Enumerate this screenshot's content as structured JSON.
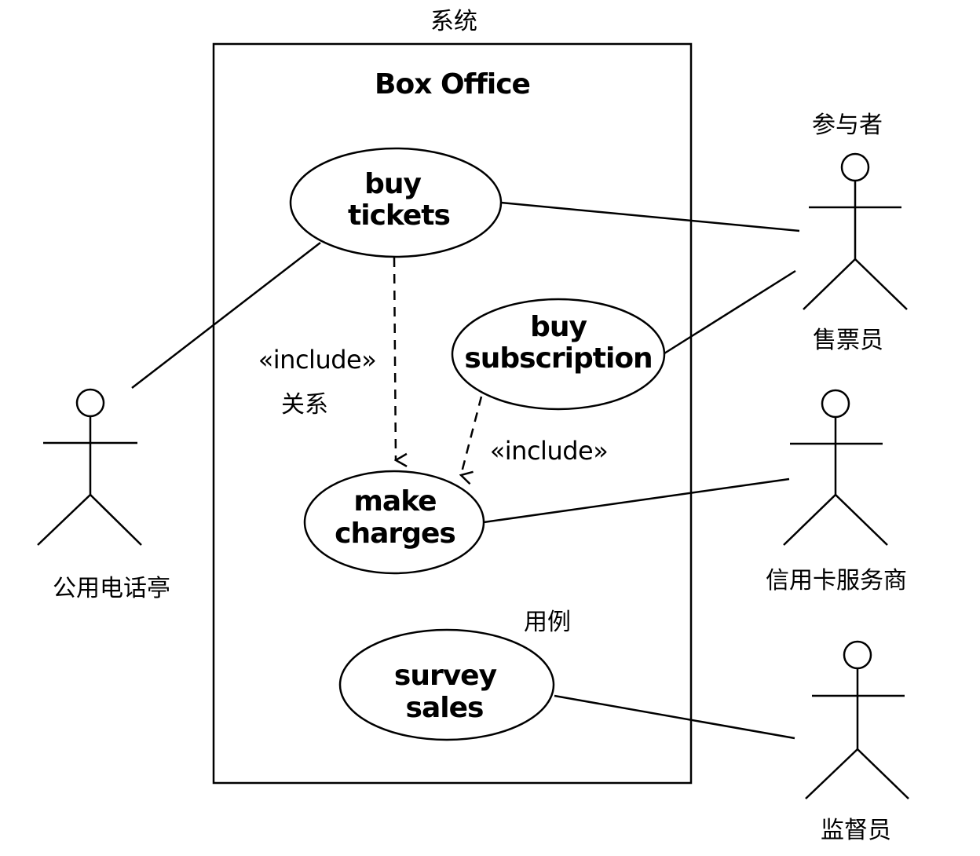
{
  "annotations": {
    "system": "系统",
    "actor": "参与者",
    "relationship": "关系",
    "use_case": "用例"
  },
  "system": {
    "title": "Box Office"
  },
  "use_cases": {
    "buy_tickets": [
      "buy",
      "tickets"
    ],
    "buy_subscription": [
      "buy",
      "subscription"
    ],
    "make_charges": [
      "make",
      "charges"
    ],
    "survey_sales": [
      "survey",
      "sales"
    ]
  },
  "include_labels": [
    "«include»",
    "«include»"
  ],
  "actors": {
    "kiosk": "公用电话亭",
    "clerk": "售票员",
    "credit_card_service": "信用卡服务商",
    "supervisor": "监督员"
  }
}
